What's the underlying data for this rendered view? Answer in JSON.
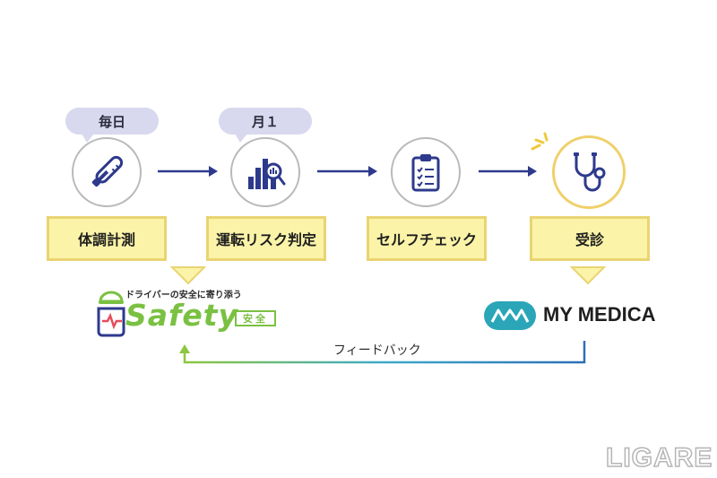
{
  "steps": [
    {
      "label": "体調計測",
      "bubble": "毎日",
      "icon": "thermometer-icon"
    },
    {
      "label": "運転リスク判定",
      "bubble": "月１",
      "icon": "bar-chart-magnifier-icon"
    },
    {
      "label": "セルフチェック",
      "bubble": "",
      "icon": "clipboard-checklist-icon"
    },
    {
      "label": "受診",
      "bubble": "",
      "icon": "stethoscope-icon"
    }
  ],
  "safety": {
    "tagline": "ドライバーの安全に寄り添う",
    "word": "Safety",
    "badge": "安全"
  },
  "medica": {
    "name": "MY MEDICA"
  },
  "feedback": {
    "label": "フィードバック"
  },
  "watermark": "LIGARE",
  "colors": {
    "navy": "#2d3a8c",
    "label_fill": "#fbf3a8",
    "label_border": "#e9d472",
    "bubble": "#d8d8ef",
    "green": "#7ac142",
    "teal": "#2aa6b8"
  }
}
